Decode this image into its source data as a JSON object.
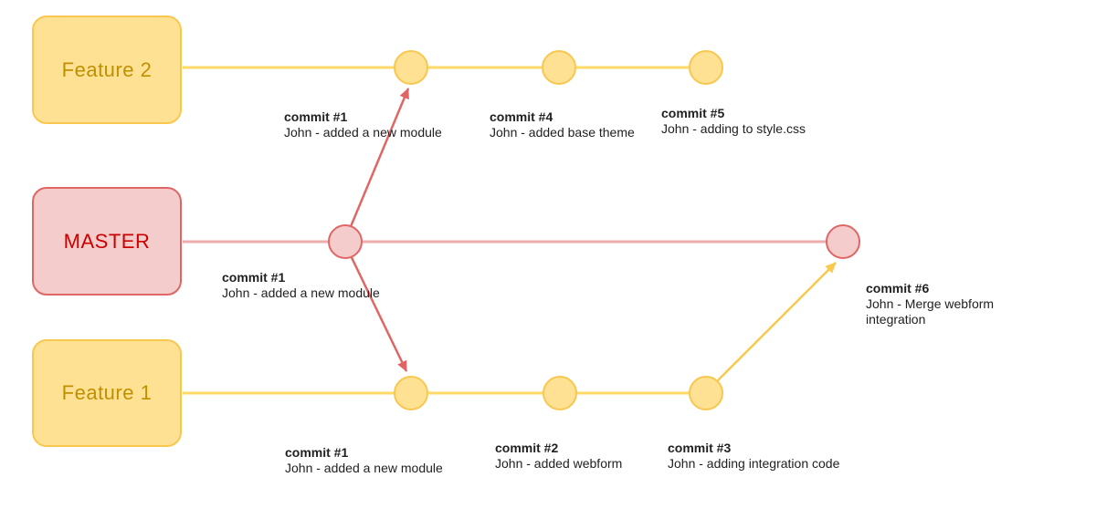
{
  "diagram": {
    "title": "Git branching diagram",
    "branches": [
      {
        "id": "feature2",
        "label": "Feature 2"
      },
      {
        "id": "master",
        "label": "MASTER"
      },
      {
        "id": "feature1",
        "label": "Feature 1"
      }
    ],
    "commits": {
      "f2c1": {
        "title": "commit #1",
        "desc": "John - added a new module"
      },
      "f2c4": {
        "title": "commit #4",
        "desc": "John - added base theme"
      },
      "f2c5": {
        "title": "commit #5",
        "desc": "John - adding to style.css"
      },
      "mc1": {
        "title": "commit #1",
        "desc": "John - added a new module"
      },
      "mc6": {
        "title": "commit #6",
        "desc": "John - Merge webform integration"
      },
      "f1c1": {
        "title": "commit #1",
        "desc": "John - added a new module"
      },
      "f1c2": {
        "title": "commit #2",
        "desc": "John - added webform"
      },
      "f1c3": {
        "title": "commit #3",
        "desc": "John - adding integration code"
      }
    }
  },
  "colors": {
    "background": "#ffffff",
    "yellow_fill": "#ffe194",
    "yellow_node_stroke": "#f9c74f",
    "yellow_line": "#ffd966",
    "yellow_arrow": "#fbc94e",
    "red_fill": "#f4cccc",
    "red_stroke": "#e06666",
    "red_line": "#edabab",
    "master_text": "#cc0000",
    "feature_text": "#bf9000",
    "label_text": "#212121"
  }
}
